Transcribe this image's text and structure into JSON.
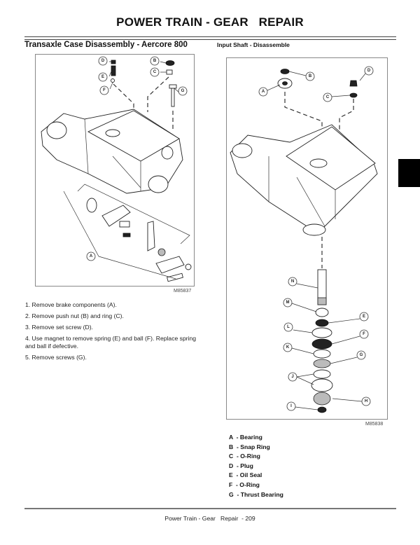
{
  "page": {
    "title": "POWER TRAIN - GEAR   REPAIR",
    "footer": "Power Train - Gear   Repair  - 209"
  },
  "left_section": {
    "heading": "Transaxle Case Disassembly - Aercore 800",
    "figure": {
      "id": "M85837",
      "callouts": [
        "D",
        "E",
        "F",
        "B",
        "C",
        "G",
        "A"
      ]
    },
    "steps": [
      "1.  Remove brake components (A).",
      "2.  Remove push nut (B) and ring (C).",
      "3.  Remove set screw (D).",
      "4.  Use magnet to remove spring (E) and ball (F). Replace spring and ball if defective.",
      "5.  Remove screws (G)."
    ]
  },
  "right_section": {
    "heading": "Input Shaft - Disassemble",
    "figure": {
      "id": "M85838",
      "callouts": [
        "B",
        "A",
        "D",
        "C",
        "N",
        "M",
        "E",
        "L",
        "F",
        "K",
        "G",
        "J",
        "H",
        "I"
      ]
    },
    "legend": [
      "A  - Bearing",
      "B  - Snap Ring",
      "C  - O-Ring",
      "D  - Plug",
      "E  - Oil Seal",
      "F  - O-Ring",
      "G  - Thrust Bearing"
    ]
  },
  "colors": {
    "text": "#111111",
    "rule": "#444444",
    "tab_marker": "#000000",
    "figure_border": "#888888"
  }
}
